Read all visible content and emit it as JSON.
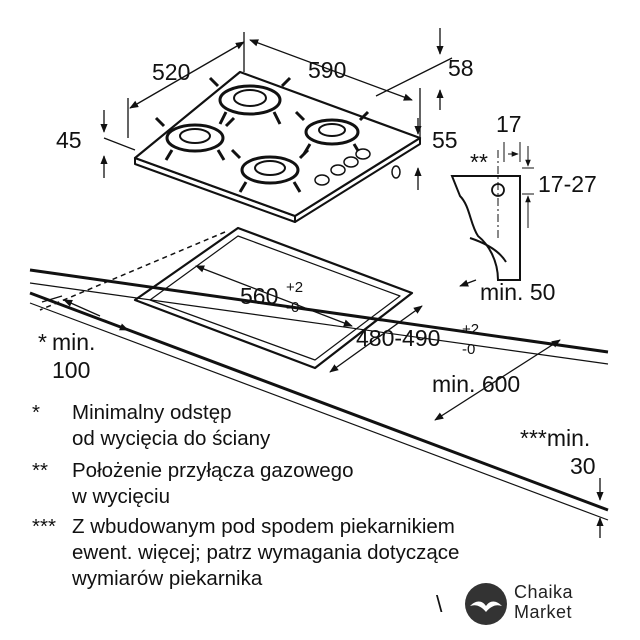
{
  "dimensions": {
    "width": "520",
    "depth": "590",
    "top_offset": "58",
    "height_top": "45",
    "height_bottom": "55",
    "pipe_dist": "17",
    "pipe_height": "17-27",
    "pipe_mark": "**",
    "cutout_width": "560",
    "cutout_width_tol_sup": "+2",
    "cutout_width_tol_sub": "-0",
    "cutout_depth": "480-490",
    "cutout_depth_tol_sup": "+2",
    "cutout_depth_tol_sub": "-0",
    "min_front": "min. 50",
    "min_depth": "min. 600",
    "wall_mark": "*",
    "wall_min": "min.",
    "wall_value": "100",
    "oven_min": "***min.",
    "oven_value": "30"
  },
  "notes": [
    {
      "mark": "*",
      "lines": [
        "Minimalny odstęp",
        "od wycięcia do ściany"
      ]
    },
    {
      "mark": "**",
      "lines": [
        "Położenie przyłącza gazowego",
        "w wycięciu"
      ]
    },
    {
      "mark": "***",
      "lines": [
        "Z wbudowanym pod spodem piekarnikiem",
        "ewent. więcej; patrz wymagania dotyczące",
        "wymiarów piekarnika"
      ]
    }
  ],
  "brand": {
    "line1": "Chaika",
    "line2": "Market"
  },
  "stray_mark": "\\"
}
